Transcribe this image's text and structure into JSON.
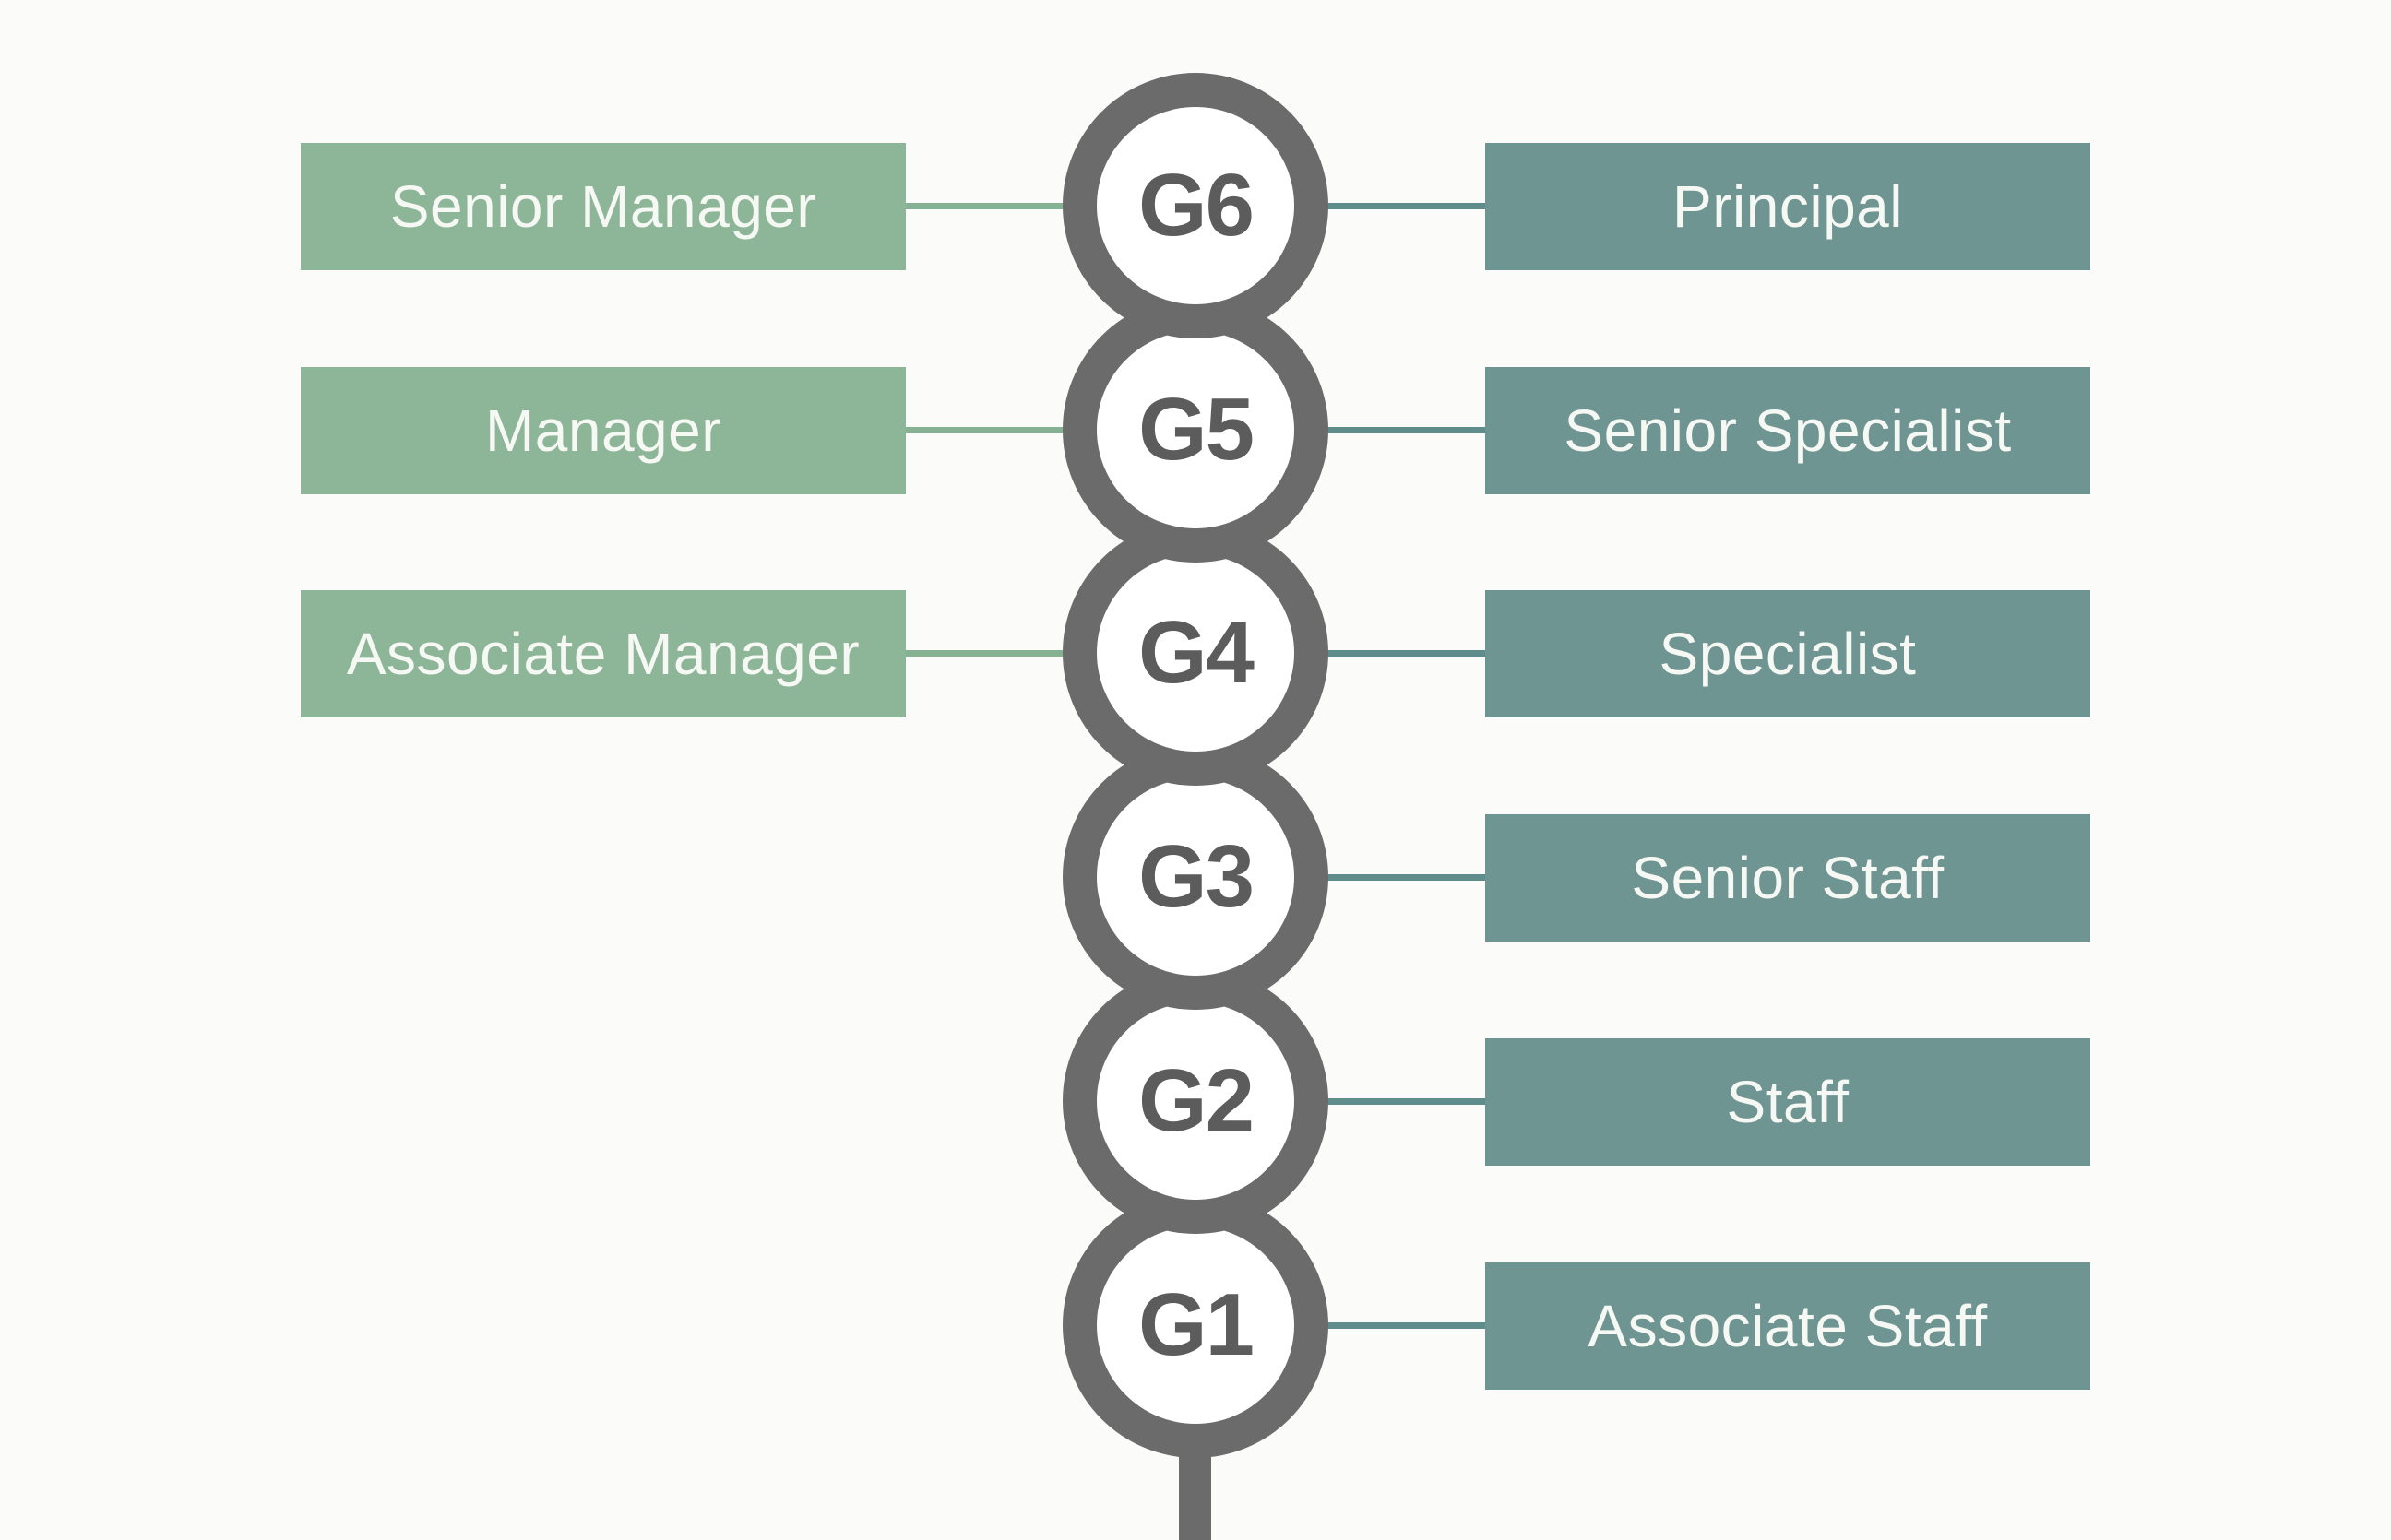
{
  "diagram": {
    "title": "",
    "colors": {
      "management_track": "#8db598",
      "professional_track": "#6f9593",
      "node_ring": "#6b6b6b",
      "node_text": "#5c5c5c",
      "background": "#fbfbf9"
    },
    "grades": [
      {
        "grade": "G6",
        "management": "Senior Manager",
        "professional": "Principal"
      },
      {
        "grade": "G5",
        "management": "Manager",
        "professional": "Senior Specialist"
      },
      {
        "grade": "G4",
        "management": "Associate Manager",
        "professional": "Specialist"
      },
      {
        "grade": "G3",
        "management": null,
        "professional": "Senior Staff"
      },
      {
        "grade": "G2",
        "management": null,
        "professional": "Staff"
      },
      {
        "grade": "G1",
        "management": null,
        "professional": "Associate Staff"
      }
    ]
  }
}
